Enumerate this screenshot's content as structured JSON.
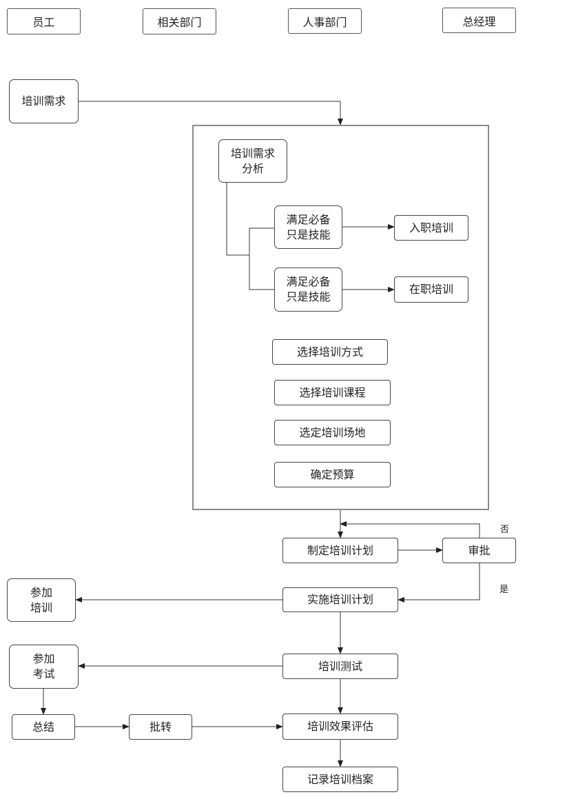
{
  "lanes": {
    "employee": "员工",
    "related_dept": "相关部门",
    "hr_dept": "人事部门",
    "gm": "总经理"
  },
  "nodes": {
    "training_need": "培训需求",
    "need_analysis": "培训需求\n分析",
    "meets_skills_1": "满足必备\n只是技能",
    "onboarding_training": "入职培训",
    "meets_skills_2": "满足必备\n只是技能",
    "onjob_training": "在职培训",
    "choose_method": "选择培训方式",
    "choose_course": "选择培训课程",
    "choose_venue": "选定培训场地",
    "set_budget": "确定预算",
    "make_plan": "制定培训计划",
    "approve": "审批",
    "implement_plan": "实施培训计划",
    "attend_training": "参加\n培训",
    "training_test": "培训测试",
    "attend_exam": "参加\n考试",
    "summary": "总结",
    "forward": "批转",
    "evaluate": "培训效果评估",
    "record_archive": "记录培训档案"
  },
  "edge_labels": {
    "no": "否",
    "yes": "是"
  }
}
